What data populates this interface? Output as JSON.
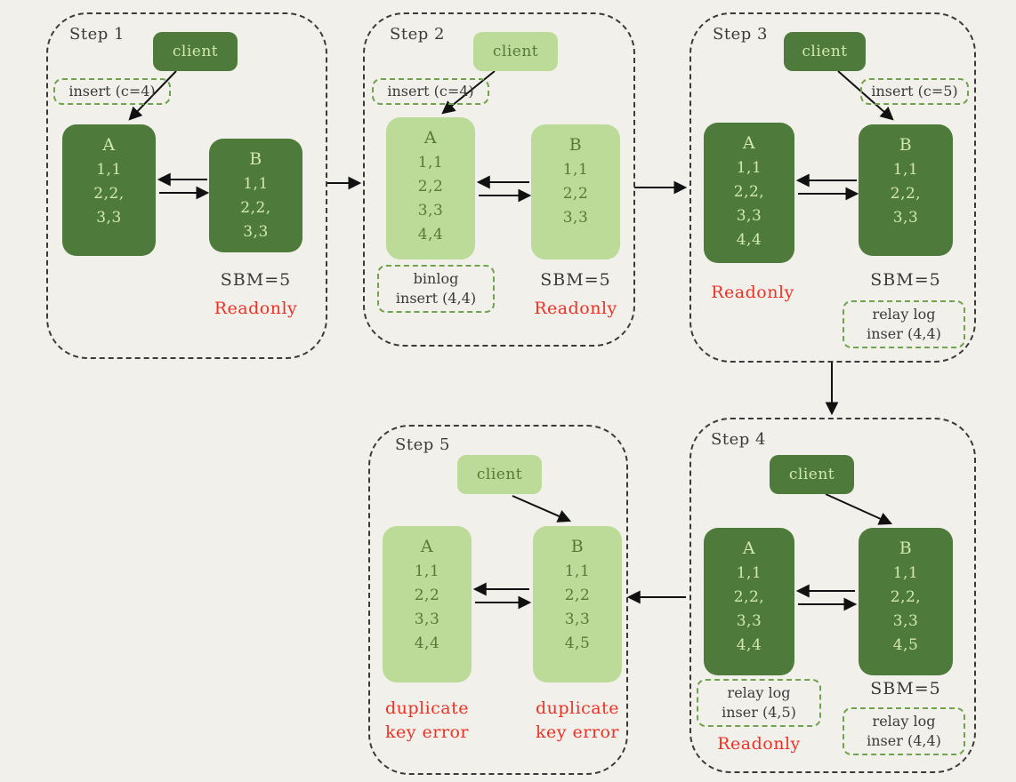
{
  "colors": {
    "background": "#f2f0eb",
    "dark_green": "#4e7b3c",
    "light_green": "#bcdb99",
    "pale_text": "#d2e8ac",
    "green_text": "#56793b",
    "ink": "#3a3a3a",
    "red": "#ee3124",
    "tag_border": "#71a24e",
    "arrow": "#111111"
  },
  "step1": {
    "label": "Step 1",
    "client": "client",
    "insert_tag": "insert (c=4)",
    "node_a": {
      "title": "A",
      "rows": [
        "1,1",
        "2,2,",
        "3,3"
      ]
    },
    "node_b": {
      "title": "B",
      "rows": [
        "1,1",
        "2,2,",
        "3,3"
      ]
    },
    "sbm": "SBM=5",
    "readonly": "Readonly"
  },
  "step2": {
    "label": "Step 2",
    "client": "client",
    "insert_tag": "insert (c=4)",
    "node_a": {
      "title": "A",
      "rows": [
        "1,1",
        "2,2",
        "3,3",
        "4,4"
      ]
    },
    "node_b": {
      "title": "B",
      "rows": [
        "1,1",
        "2,2",
        "3,3"
      ]
    },
    "binlog_tag": [
      "binlog",
      "insert (4,4)"
    ],
    "sbm": "SBM=5",
    "readonly": "Readonly"
  },
  "step3": {
    "label": "Step 3",
    "client": "client",
    "insert_tag": "insert (c=5)",
    "node_a": {
      "title": "A",
      "rows": [
        "1,1",
        "2,2,",
        "3,3",
        "4,4"
      ]
    },
    "node_b": {
      "title": "B",
      "rows": [
        "1,1",
        "2,2,",
        "3,3"
      ]
    },
    "readonly": "Readonly",
    "sbm": "SBM=5",
    "relay_tag": [
      "relay log",
      "inser (4,4)"
    ]
  },
  "step4": {
    "label": "Step 4",
    "client": "client",
    "node_a": {
      "title": "A",
      "rows": [
        "1,1",
        "2,2,",
        "3,3",
        "4,4"
      ]
    },
    "node_b": {
      "title": "B",
      "rows": [
        "1,1",
        "2,2,",
        "3,3",
        "4,5"
      ]
    },
    "relay_tag_a": [
      "relay log",
      "inser (4,5)"
    ],
    "readonly": "Readonly",
    "sbm": "SBM=5",
    "relay_tag_b": [
      "relay log",
      "inser (4,4)"
    ]
  },
  "step5": {
    "label": "Step 5",
    "client": "client",
    "node_a": {
      "title": "A",
      "rows": [
        "1,1",
        "2,2",
        "3,3",
        "4,4"
      ]
    },
    "node_b": {
      "title": "B",
      "rows": [
        "1,1",
        "2,2",
        "3,3",
        "4,5"
      ]
    },
    "dup_a": [
      "duplicate",
      "key error"
    ],
    "dup_b": [
      "duplicate",
      "key error"
    ]
  }
}
